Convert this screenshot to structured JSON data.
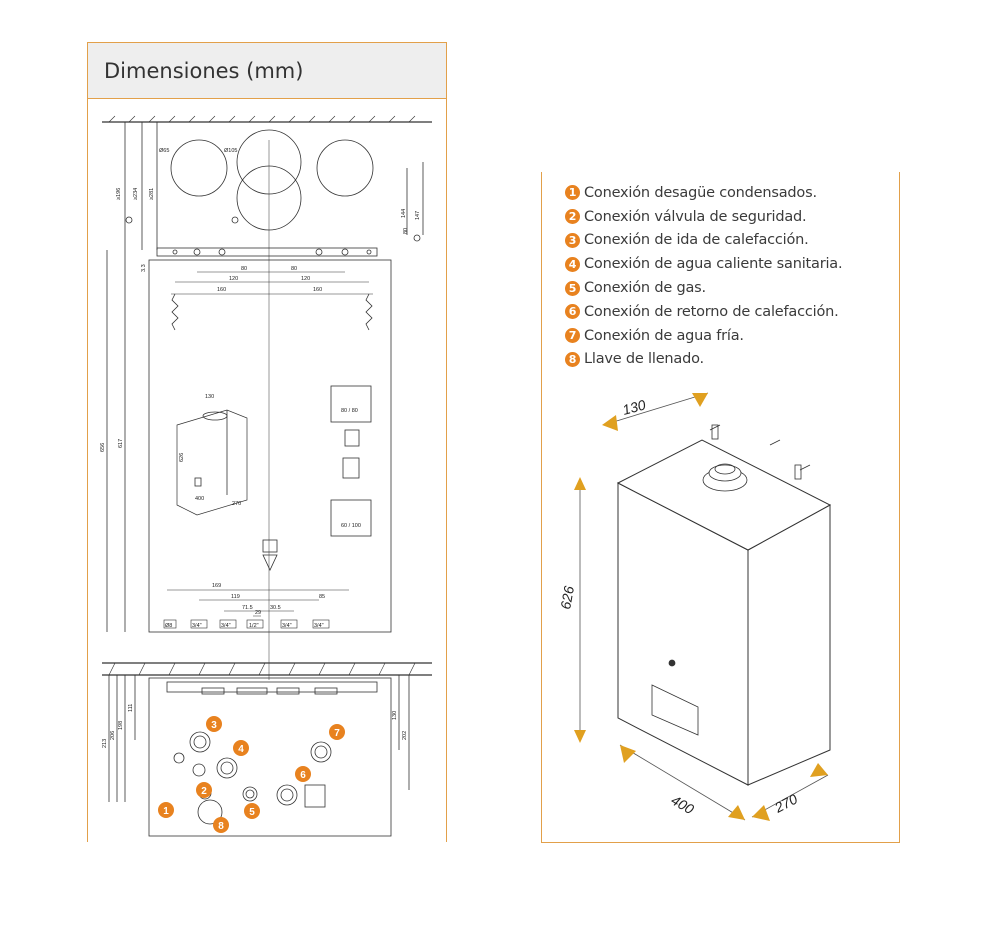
{
  "title": "Dimensiones (mm)",
  "legend": [
    {
      "num": "1",
      "text": "Conexión desagüe condensados."
    },
    {
      "num": "2",
      "text": "Conexión  válvula de seguridad."
    },
    {
      "num": "3",
      "text": "Conexión de ida de calefacción."
    },
    {
      "num": "4",
      "text": "Conexión de agua caliente sanitaria."
    },
    {
      "num": "5",
      "text": "Conexión de gas."
    },
    {
      "num": "6",
      "text": "Conexión de retorno de calefacción."
    },
    {
      "num": "7",
      "text": "Conexión de agua fría."
    },
    {
      "num": "8",
      "text": "Llave de llenado."
    }
  ],
  "drawing": {
    "top_dims": {
      "d_left": "Ø65",
      "d_mid": "Ø105",
      "v1": "≥196",
      "v2": "≥234",
      "v3": "≥281",
      "r1": "147",
      "r2": "144",
      "r3": "80",
      "h80a": "80",
      "h80b": "80",
      "h120a": "120",
      "h120b": "120",
      "h160a": "160",
      "h160b": "160",
      "s33": "3.3"
    },
    "side_dims": {
      "d617": "617",
      "d656": "656"
    },
    "mini": {
      "h": "626",
      "w": "400",
      "d": "270",
      "t": "130"
    },
    "kit1": "80 / 80",
    "kit2": "60 / 100",
    "bottom_dims": {
      "d169": "169",
      "d119": "119",
      "d85": "85",
      "d715": "71.5",
      "d305": "30.5",
      "d29": "29"
    },
    "pipe_labels": [
      "Ø8",
      "3/4\"",
      "3/4\"",
      "1/2\"",
      "3/4\"",
      "3/4\""
    ],
    "lower_dims": {
      "a": "111",
      "b": "198",
      "c": "206",
      "d": "213",
      "e": "130",
      "f": "202"
    },
    "markers": [
      "3",
      "4",
      "6",
      "7",
      "2",
      "1",
      "5",
      "8"
    ]
  },
  "iso": {
    "height": "626",
    "width": "400",
    "depth": "270",
    "top": "130"
  }
}
